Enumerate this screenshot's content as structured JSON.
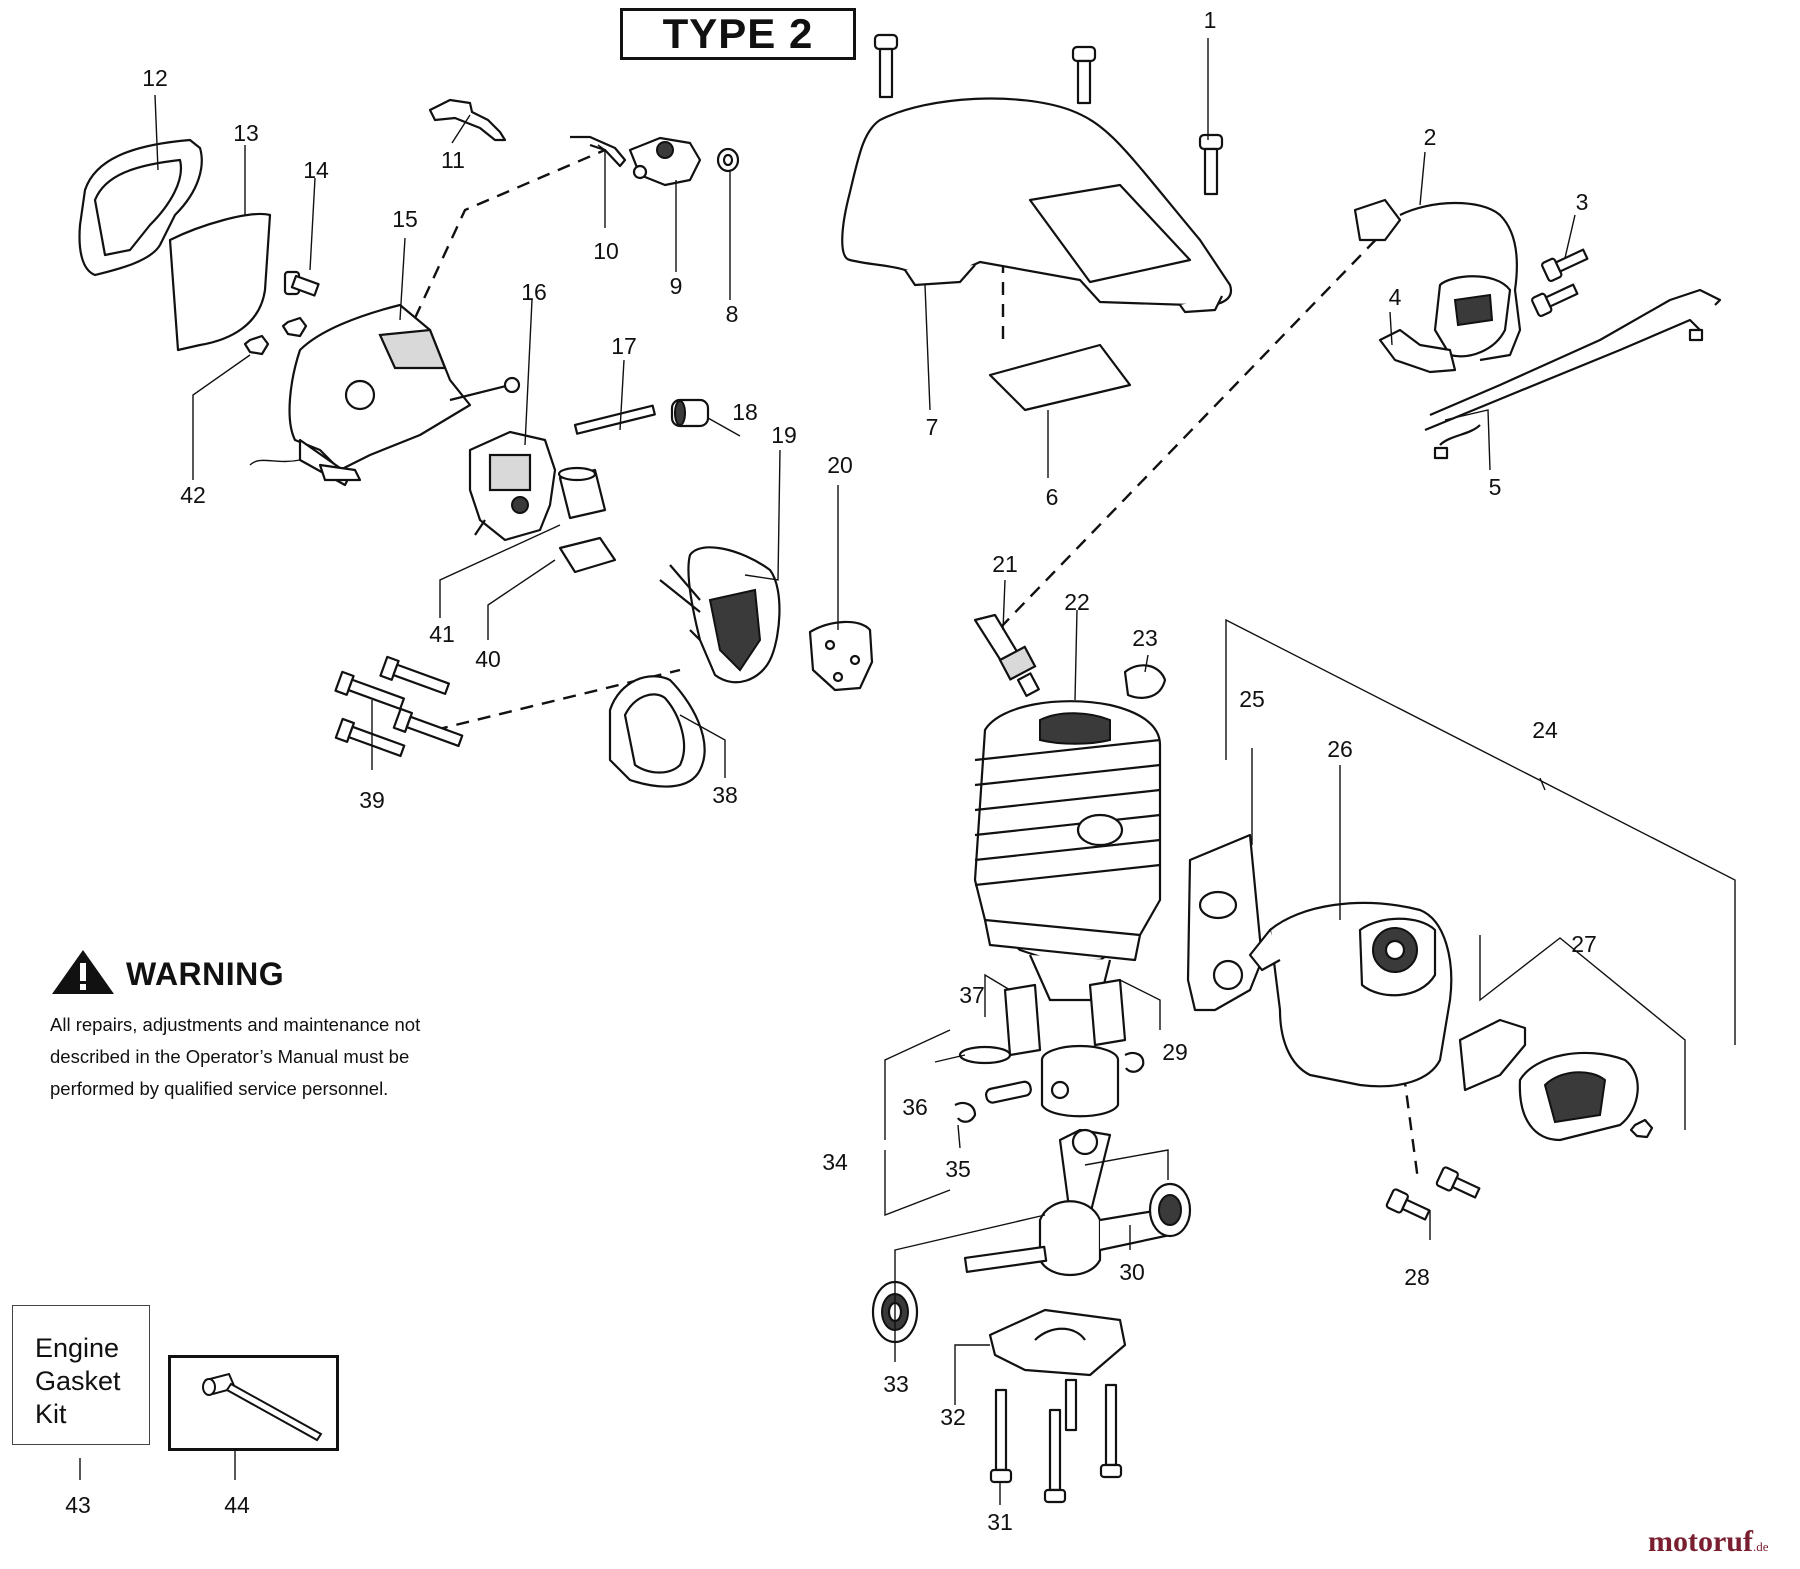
{
  "header": {
    "type_label": "TYPE 2"
  },
  "warning": {
    "title": "WARNING",
    "lines": [
      "All repairs, adjustments and maintenance not",
      "described in the Operator’s Manual must be",
      "performed by qualified  service personnel."
    ]
  },
  "kit": {
    "lines": [
      "Engine",
      "Gasket",
      "Kit"
    ]
  },
  "labels": [
    "1",
    "2",
    "3",
    "4",
    "5",
    "6",
    "7",
    "8",
    "9",
    "10",
    "11",
    "12",
    "13",
    "14",
    "15",
    "16",
    "17",
    "18",
    "19",
    "20",
    "21",
    "22",
    "23",
    "24",
    "25",
    "26",
    "27",
    "28",
    "29",
    "30",
    "31",
    "32",
    "33",
    "34",
    "35",
    "36",
    "37",
    "38",
    "39",
    "40",
    "41",
    "42",
    "43",
    "44"
  ],
  "watermark": {
    "brand": "motoruf",
    "suffix": ".de"
  },
  "colors": {
    "ink": "#111111",
    "watermark": "#7a1f2f"
  }
}
